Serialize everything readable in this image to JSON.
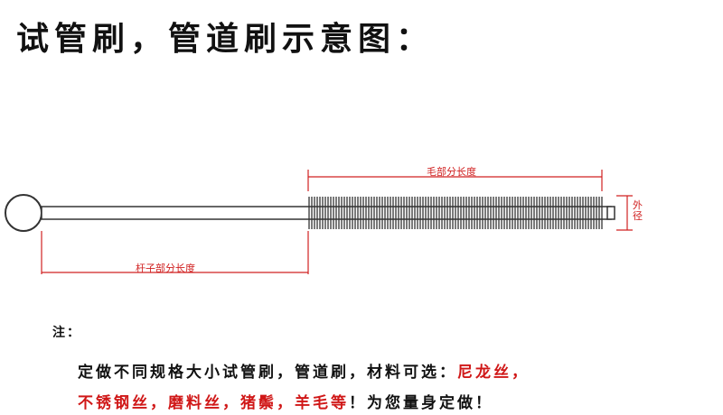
{
  "title": "试管刷，管道刷示意图：",
  "labels": {
    "bristle_length": "毛部分长度",
    "rod_length": "杆子部分长度",
    "outer_diameter": "外径"
  },
  "note": {
    "heading": "注：",
    "line1_text": "定做不同规格大小试管刷，管道刷，材料可选：",
    "line1_red": "尼龙丝，",
    "line2_red": "不锈钢丝，磨料丝，猪鬃，羊毛等",
    "line2_text": "！为您量身定做！"
  },
  "colors": {
    "dimension": "#d02020",
    "bristle": "#333333",
    "text": "#111111",
    "highlight": "#d01818"
  }
}
